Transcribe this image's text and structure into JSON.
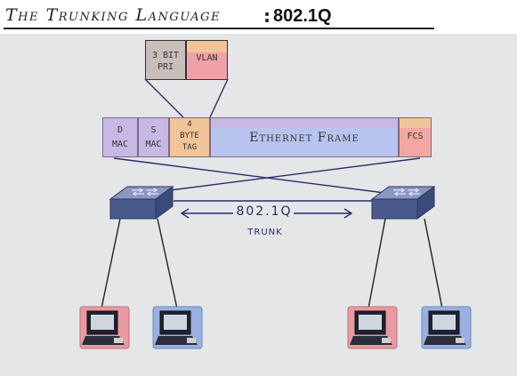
{
  "title": {
    "script": "The Trunking Language",
    "colon": ":",
    "protocol": "802.1Q"
  },
  "tag_detail": {
    "pri": "3 BIT PRI",
    "pri_line1": "3 BIT",
    "pri_line2": "PRI",
    "vlan": "VLAN"
  },
  "frame": {
    "dmac_line1": "D",
    "dmac_line2": "MAC",
    "smac_line1": "S",
    "smac_line2": "MAC",
    "tag_line1": "4",
    "tag_line2": "BYTE",
    "tag_line3": "TAG",
    "ethernet": "Ethernet Frame",
    "fcs": "FCS"
  },
  "trunk": {
    "protocol": "802.1Q",
    "label": "TRUNK"
  },
  "colors": {
    "background": "#e4e6e8",
    "mac_field": "#c8b8e6",
    "tag_field": "#f2c49a",
    "ethernet_field": "#b8c4ee",
    "fcs_field": "#f2a8a0",
    "pri_field": "#c8bfba",
    "vlan_field": "#f0a0a8",
    "switch": "#5a6a96",
    "pc_red_frame": "#e89aa0",
    "pc_blue_frame": "#9ab0e0",
    "line": "#2b2a6e"
  },
  "icons": [
    "switch-icon",
    "pc-icon"
  ]
}
